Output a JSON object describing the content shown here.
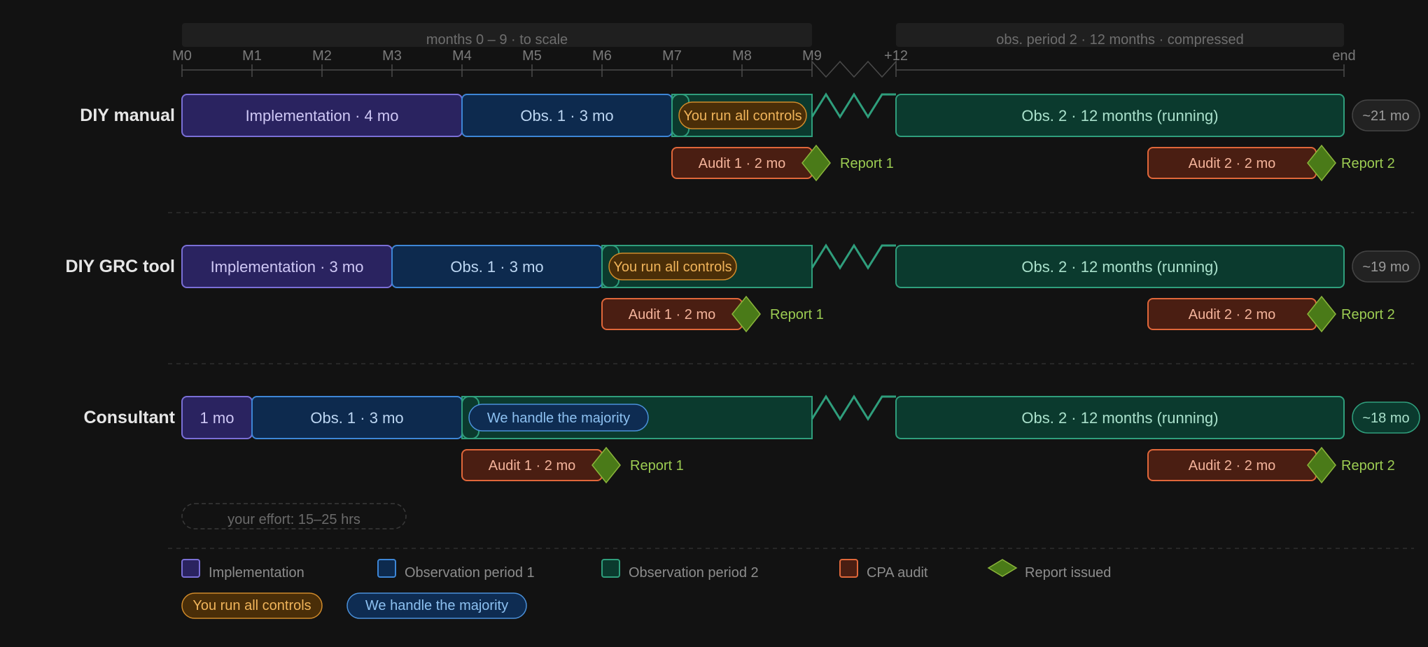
{
  "axis": {
    "range_left": "months 0 – 9 · to scale",
    "range_right": "obs. period 2 · 12 months · compressed",
    "ticks": [
      "M0",
      "M1",
      "M2",
      "M3",
      "M4",
      "M5",
      "M6",
      "M7",
      "M8",
      "M9",
      "+12",
      "end"
    ]
  },
  "rows": [
    {
      "name": "DIY manual",
      "implementation": "Implementation · 4 mo",
      "obs1": "Obs. 1 · 3 mo",
      "obs2_pill": "You run all controls",
      "obs2": "Obs. 2 · 12 months (running)",
      "total": "~21 mo",
      "audit1": "Audit 1 · 2 mo",
      "report1": "Report 1",
      "audit2": "Audit 2 · 2 mo",
      "report2": "Report 2",
      "impl_months": 4,
      "obs1_months": 3,
      "audit_months": 2
    },
    {
      "name": "DIY GRC tool",
      "implementation": "Implementation · 3 mo",
      "obs1": "Obs. 1 · 3 mo",
      "obs2_pill": "You run all controls",
      "obs2": "Obs. 2 · 12 months (running)",
      "total": "~19 mo",
      "audit1": "Audit 1 · 2 mo",
      "report1": "Report 1",
      "audit2": "Audit 2 · 2 mo",
      "report2": "Report 2",
      "impl_months": 3,
      "obs1_months": 3,
      "audit_months": 2
    },
    {
      "name": "Consultant",
      "implementation": "1 mo",
      "obs1": "Obs. 1 · 3 mo",
      "obs2_pill": "We handle the majority",
      "obs2": "Obs. 2 · 12 months (running)",
      "total": "~18 mo",
      "audit1": "Audit 1 · 2 mo",
      "report1": "Report 1",
      "audit2": "Audit 2 · 2 mo",
      "report2": "Report 2",
      "impl_months": 1,
      "obs1_months": 3,
      "audit_months": 2
    }
  ],
  "effort_note": "your effort: 15–25 hrs",
  "legend": {
    "implementation": "Implementation",
    "obs1": "Observation period 1",
    "obs2": "Observation period 2",
    "audit": "CPA audit",
    "report": "Report issued",
    "you_run": "You run all controls",
    "we_handle": "We handle the majority"
  },
  "colors": {
    "implementation": "#7a6fd6",
    "obs1": "#3d86d6",
    "obs2": "#2f9e7c",
    "audit": "#e0673a",
    "report": "#5c8a22",
    "you_run": "#d08a2a",
    "we_handle": "#4a90d9"
  }
}
